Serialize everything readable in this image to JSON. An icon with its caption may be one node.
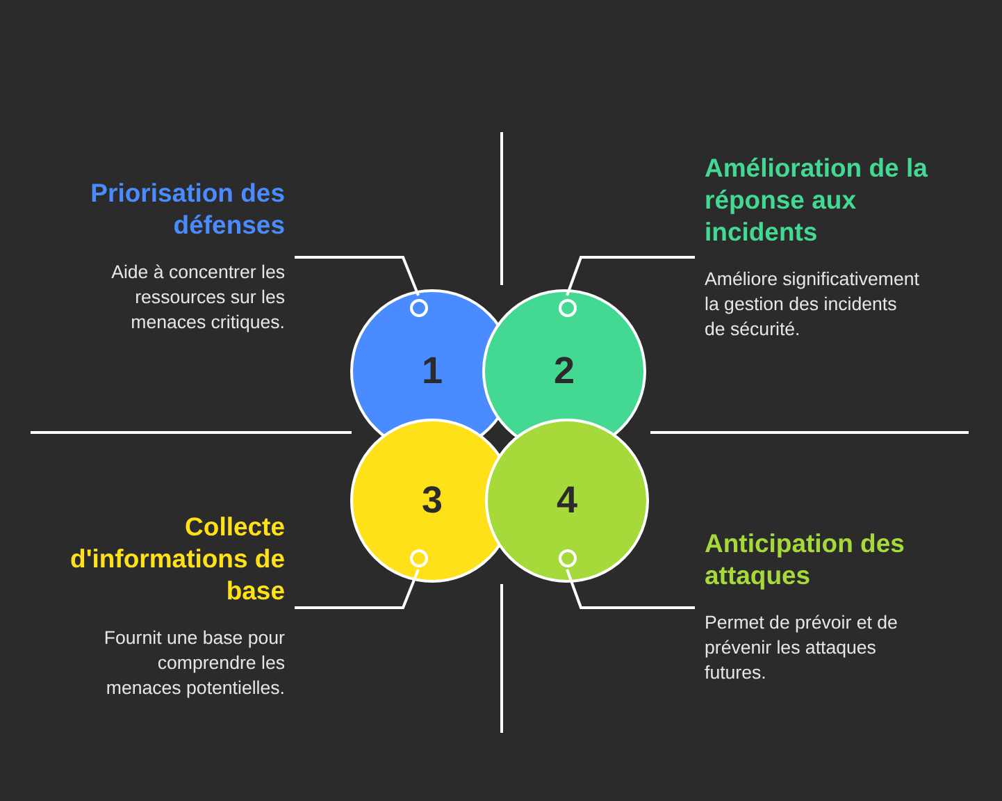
{
  "diagram": {
    "nodes": [
      {
        "text": [
          "1"
        ]
      },
      {
        "text": [
          "2"
        ]
      },
      {
        "text": [
          "3"
        ]
      },
      {
        "text": [
          "4"
        ]
      },
      {
        "text": [],
        "shape": "circle",
        "in": 0
      },
      {
        "text": [],
        "shape": "circle",
        "in": 1
      },
      {
        "text": [],
        "shape": "circle",
        "in": 2
      },
      {
        "text": [],
        "shape": "circle",
        "in": 3
      },
      {
        "text": [
          "Priorisation des défenses",
          "Aide à concentrer les ressources sur les menaces critiques."
        ]
      },
      {
        "text": [
          "Amélioration de la réponse aux incidents",
          "Améliore significativement la gestion des incidents de sécurité."
        ]
      },
      {
        "text": [
          "Collecte d'informations de base",
          "Fournit une base pour comprendre les menaces potentielles."
        ]
      },
      {
        "text": [
          "Anticipation des attaques",
          "Permet de prévoir et de prévenir les attaques futures."
        ]
      }
    ],
    "edges": [
      {
        "from": 8,
        "to": 4,
        "arrow": "none"
      },
      {
        "from": 9,
        "to": 5,
        "arrow": "none"
      },
      {
        "from": 10,
        "to": 6,
        "arrow": "none"
      },
      {
        "from": 11,
        "to": 7,
        "arrow": "none"
      }
    ]
  }
}
